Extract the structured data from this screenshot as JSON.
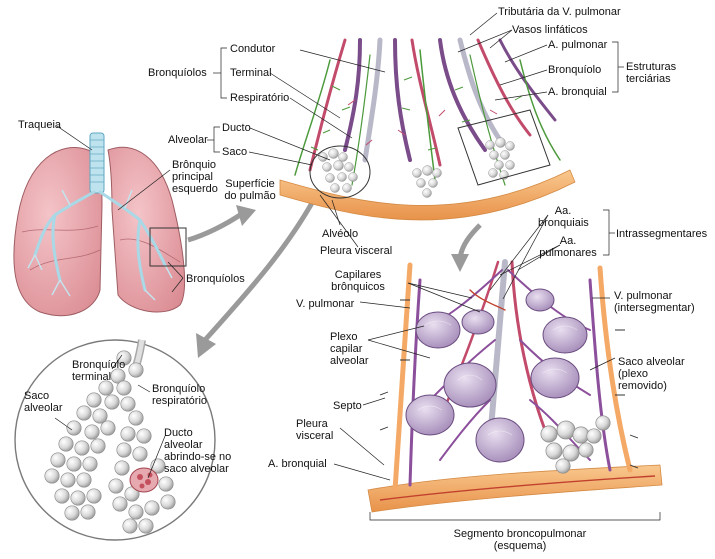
{
  "labels": {
    "tributaria": "Tributária da V. pulmonar",
    "vasos_linfaticos": "Vasos linfáticos",
    "a_pulmonar": "A. pulmonar",
    "estruturas_terciarias": "Estruturas\nterciárias",
    "bronquiolo": "Bronquíolo",
    "a_bronquial_top": "A. bronquial",
    "condutor": "Condutor",
    "bronquiolos_group": "Bronquíolos",
    "terminal": "Terminal",
    "respiratorio": "Respiratório",
    "alveolar_group": "Alveolar",
    "ducto": "Ducto",
    "saco": "Saco",
    "traqueia": "Traqueia",
    "bronquio_principal": "Brônquio\nprincipal\nesquerdo",
    "superficie": "Superfície\ndo pulmão",
    "alveolo": "Alvéolo",
    "pleura_visceral_top": "Pleura visceral",
    "bronquiolos_lung": "Bronquíolos",
    "aa_bronquiais": "Aa.\nbronquiais",
    "aa_pulmonares": "Aa.\npulmonares",
    "intrassegmentares": "Intrassegmentares",
    "capilares": "Capilares\nbrônquicos",
    "v_pulmonar_left": "V. pulmonar",
    "v_pulmonar_right": "V. pulmonar\n(intersegmentar)",
    "plexo": "Plexo\ncapilar\nalveolar",
    "saco_alveolar_plexo": "Saco alveolar\n(plexo\nremovido)",
    "septo": "Septo",
    "pleura_visceral_bottom": "Pleura\nvisceral",
    "a_bronquial_bottom": "A. bronquial",
    "segmento": "Segmento broncopulmonar\n(esquema)",
    "bronquiolo_terminal": "Bronquíolo\nterminal",
    "saco_alveolar_inset": "Saco\nalveolar",
    "bronquiolo_respiratorio": "Bronquíolo\nrespiratório",
    "ducto_alveolar": "Ducto\nalveolar\nabrindo-se no\nsaco alveolar"
  }
}
